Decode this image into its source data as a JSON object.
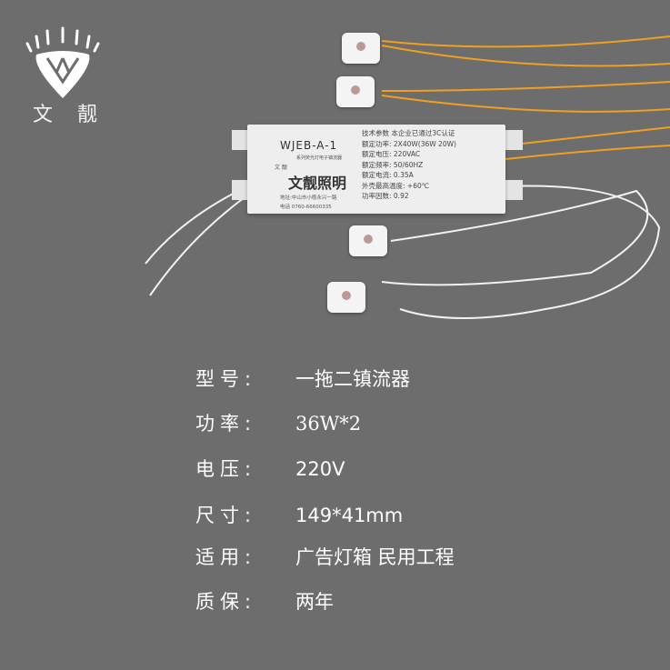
{
  "logo": {
    "text": "文 靓"
  },
  "ballast": {
    "model": "WJEB-A-1",
    "subtitle": "系列荧光灯电子镇流器",
    "brand": "文靓照明",
    "logo_text": "文 靓",
    "address": "地址:中山市小榄永兴一路",
    "phone": "电话 0760-66600335",
    "specs": [
      "技术参数 本企业已通过3C认证",
      "额定功率: 2X40W(36W 20W)",
      "额定电压: 220VAC",
      "额定频率: 50/60HZ",
      "额定电流: 0.35A",
      "外壳最高温度: +60℃",
      "功率因数: 0.92"
    ]
  },
  "specs": [
    {
      "label": "型号:",
      "value": "一拖二镇流器"
    },
    {
      "label": "功率:",
      "value": "36W*2"
    },
    {
      "label": "电压:",
      "value": "220V"
    },
    {
      "label": "尺寸:",
      "value": "149*41mm"
    },
    {
      "label": "适用:",
      "value": "广告灯箱 民用工程"
    },
    {
      "label": "质保:",
      "value": "两年"
    }
  ]
}
